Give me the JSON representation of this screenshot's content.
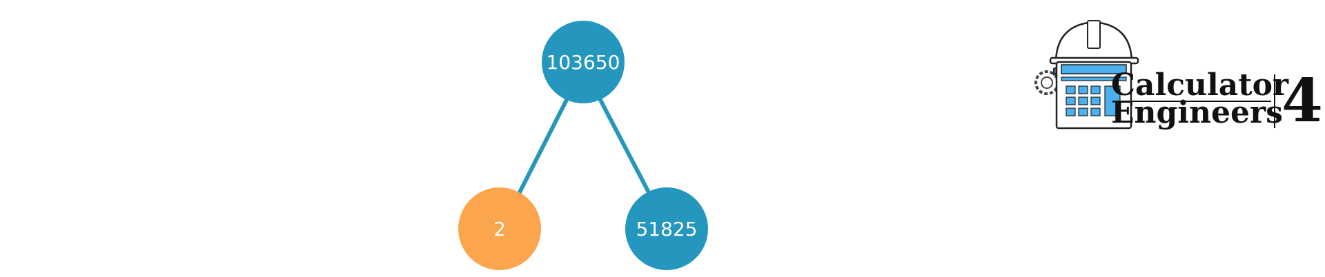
{
  "tree": {
    "root": {
      "label": "103650",
      "color": "#2596be"
    },
    "children": [
      {
        "label": "2",
        "color": "#fba64c"
      },
      {
        "label": "51825",
        "color": "#2596be"
      }
    ],
    "edge_color": "#2596be"
  },
  "logo": {
    "line1": "Calculator",
    "line2": "Engineers",
    "number": "4",
    "icon": "engineer-calculator-icon"
  }
}
